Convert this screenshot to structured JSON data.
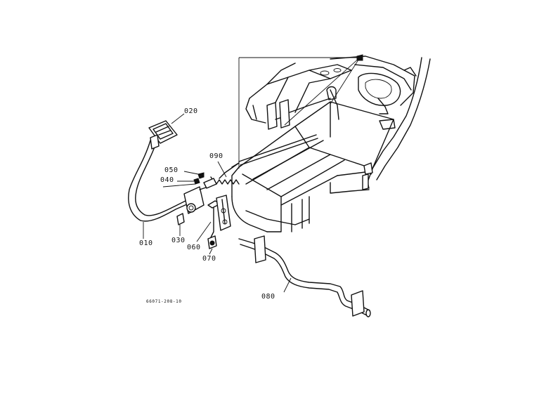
{
  "diagram": {
    "reference_code": "66071-208-10",
    "parts": [
      {
        "id": "010",
        "label": "010"
      },
      {
        "id": "020",
        "label": "020"
      },
      {
        "id": "030",
        "label": "030"
      },
      {
        "id": "040",
        "label": "040"
      },
      {
        "id": "050",
        "label": "050"
      },
      {
        "id": "060",
        "label": "060"
      },
      {
        "id": "070",
        "label": "070"
      },
      {
        "id": "080",
        "label": "080"
      },
      {
        "id": "090",
        "label": "090"
      }
    ]
  }
}
